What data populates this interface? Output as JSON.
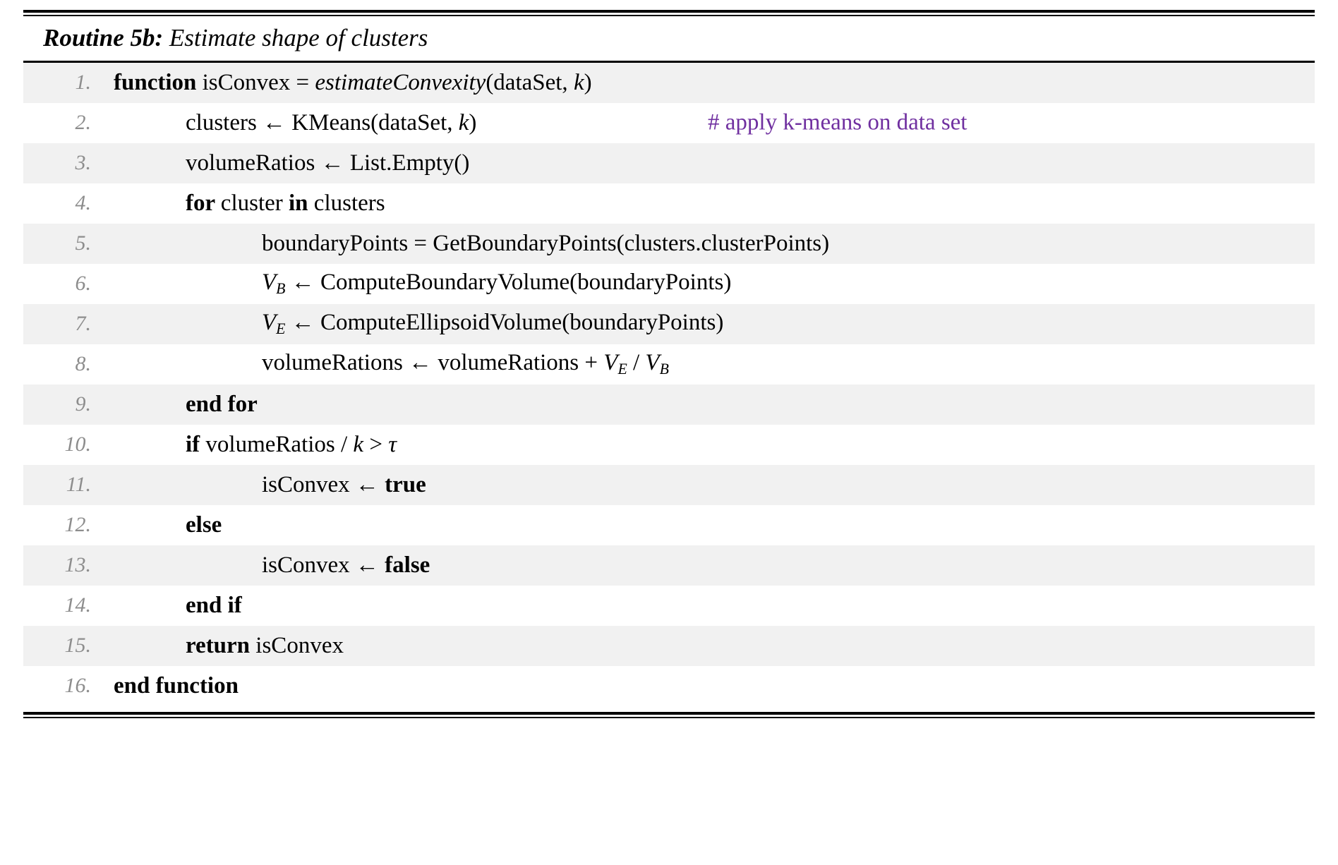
{
  "document": {
    "type": "algorithm-pseudocode-block",
    "caption": {
      "label": "Routine 5b:",
      "title": "Estimate shape of clusters"
    },
    "colors": {
      "comment": "#7030A0",
      "line_number": "#8D8D8D",
      "row_shaded": "#F1F1F1",
      "row_plain": "#FFFFFF",
      "text": "#000000",
      "rule": "#000000"
    },
    "lines": [
      {
        "number": "1.",
        "indent": 0,
        "shaded": true,
        "segments": [
          {
            "text": "function ",
            "style": "keyword"
          },
          {
            "text": "isConvex = ",
            "style": "plain"
          },
          {
            "text": "estimateConvexity",
            "style": "italic"
          },
          {
            "text": "(dataSet, ",
            "style": "plain"
          },
          {
            "text": "k",
            "style": "italic"
          },
          {
            "text": ")",
            "style": "plain"
          }
        ],
        "comment": ""
      },
      {
        "number": "2.",
        "indent": 1,
        "shaded": false,
        "segments": [
          {
            "text": "clusters ← KMeans(dataSet, ",
            "style": "plain"
          },
          {
            "text": "k",
            "style": "italic"
          },
          {
            "text": ")",
            "style": "plain"
          }
        ],
        "comment": "# apply k-means on data set"
      },
      {
        "number": "3.",
        "indent": 1,
        "shaded": true,
        "segments": [
          {
            "text": "volumeRatios ← List.Empty()",
            "style": "plain"
          }
        ],
        "comment": ""
      },
      {
        "number": "4.",
        "indent": 1,
        "shaded": false,
        "segments": [
          {
            "text": "for ",
            "style": "keyword"
          },
          {
            "text": "cluster ",
            "style": "plain"
          },
          {
            "text": "in ",
            "style": "keyword"
          },
          {
            "text": "clusters",
            "style": "plain"
          }
        ],
        "comment": ""
      },
      {
        "number": "5.",
        "indent": 2,
        "shaded": true,
        "segments": [
          {
            "text": "boundaryPoints = GetBoundaryPoints(clusters.clusterPoints)",
            "style": "plain"
          }
        ],
        "comment": ""
      },
      {
        "number": "6.",
        "indent": 2,
        "shaded": false,
        "segments": [
          {
            "text": "V",
            "sub": "B",
            "style": "mathvar"
          },
          {
            "text": " ← ComputeBoundaryVolume(boundaryPoints)",
            "style": "plain"
          }
        ],
        "comment": ""
      },
      {
        "number": "7.",
        "indent": 2,
        "shaded": true,
        "segments": [
          {
            "text": "V",
            "sub": "E",
            "style": "mathvar"
          },
          {
            "text": " ← ComputeEllipsoidVolume(boundaryPoints)",
            "style": "plain"
          }
        ],
        "comment": ""
      },
      {
        "number": "8.",
        "indent": 2,
        "shaded": false,
        "segments": [
          {
            "text": "volumeRations ← volumeRations + ",
            "style": "plain"
          },
          {
            "text": "V",
            "sub": "E",
            "style": "mathvar"
          },
          {
            "text": " / ",
            "style": "plain"
          },
          {
            "text": "V",
            "sub": "B",
            "style": "mathvar"
          }
        ],
        "comment": ""
      },
      {
        "number": "9.",
        "indent": 1,
        "shaded": true,
        "segments": [
          {
            "text": "end for",
            "style": "keyword"
          }
        ],
        "comment": ""
      },
      {
        "number": "10.",
        "indent": 1,
        "shaded": false,
        "segments": [
          {
            "text": "if ",
            "style": "keyword"
          },
          {
            "text": "volumeRatios / ",
            "style": "plain"
          },
          {
            "text": "k",
            "style": "italic"
          },
          {
            "text": " > ",
            "style": "plain"
          },
          {
            "text": "τ",
            "style": "italic"
          }
        ],
        "comment": ""
      },
      {
        "number": "11.",
        "indent": 2,
        "shaded": true,
        "segments": [
          {
            "text": "isConvex ← ",
            "style": "plain"
          },
          {
            "text": "true",
            "style": "keyword"
          }
        ],
        "comment": ""
      },
      {
        "number": "12.",
        "indent": 1,
        "shaded": false,
        "segments": [
          {
            "text": "else",
            "style": "keyword"
          }
        ],
        "comment": ""
      },
      {
        "number": "13.",
        "indent": 2,
        "shaded": true,
        "segments": [
          {
            "text": "isConvex ← ",
            "style": "plain"
          },
          {
            "text": "false",
            "style": "keyword"
          }
        ],
        "comment": ""
      },
      {
        "number": "14.",
        "indent": 1,
        "shaded": false,
        "segments": [
          {
            "text": "end if",
            "style": "keyword"
          }
        ],
        "comment": ""
      },
      {
        "number": "15.",
        "indent": 1,
        "shaded": true,
        "segments": [
          {
            "text": "return ",
            "style": "keyword"
          },
          {
            "text": "isConvex",
            "style": "plain"
          }
        ],
        "comment": ""
      },
      {
        "number": "16.",
        "indent": 0,
        "shaded": false,
        "segments": [
          {
            "text": "end function",
            "style": "keyword"
          }
        ],
        "comment": ""
      }
    ]
  }
}
